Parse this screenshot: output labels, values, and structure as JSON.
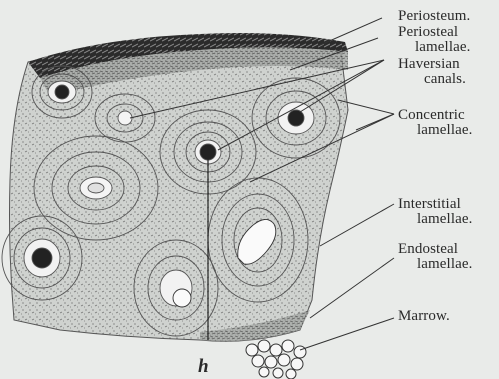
{
  "figure": {
    "labels": {
      "periosteum": "Periosteum.",
      "periosteal_lamellae_1": "Periosteal",
      "periosteal_lamellae_2": "lamellae.",
      "haversian_canals_1": "Haversian",
      "haversian_canals_2": "canals.",
      "concentric_lamellae_1": "Concentric",
      "concentric_lamellae_2": "lamellae.",
      "interstitial_lamellae_1": "Interstitial",
      "interstitial_lamellae_2": "lamellae.",
      "endosteal_lamellae_1": "Endosteal",
      "endosteal_lamellae_2": "lamellae.",
      "marrow": "Marrow."
    },
    "marker": "h"
  }
}
